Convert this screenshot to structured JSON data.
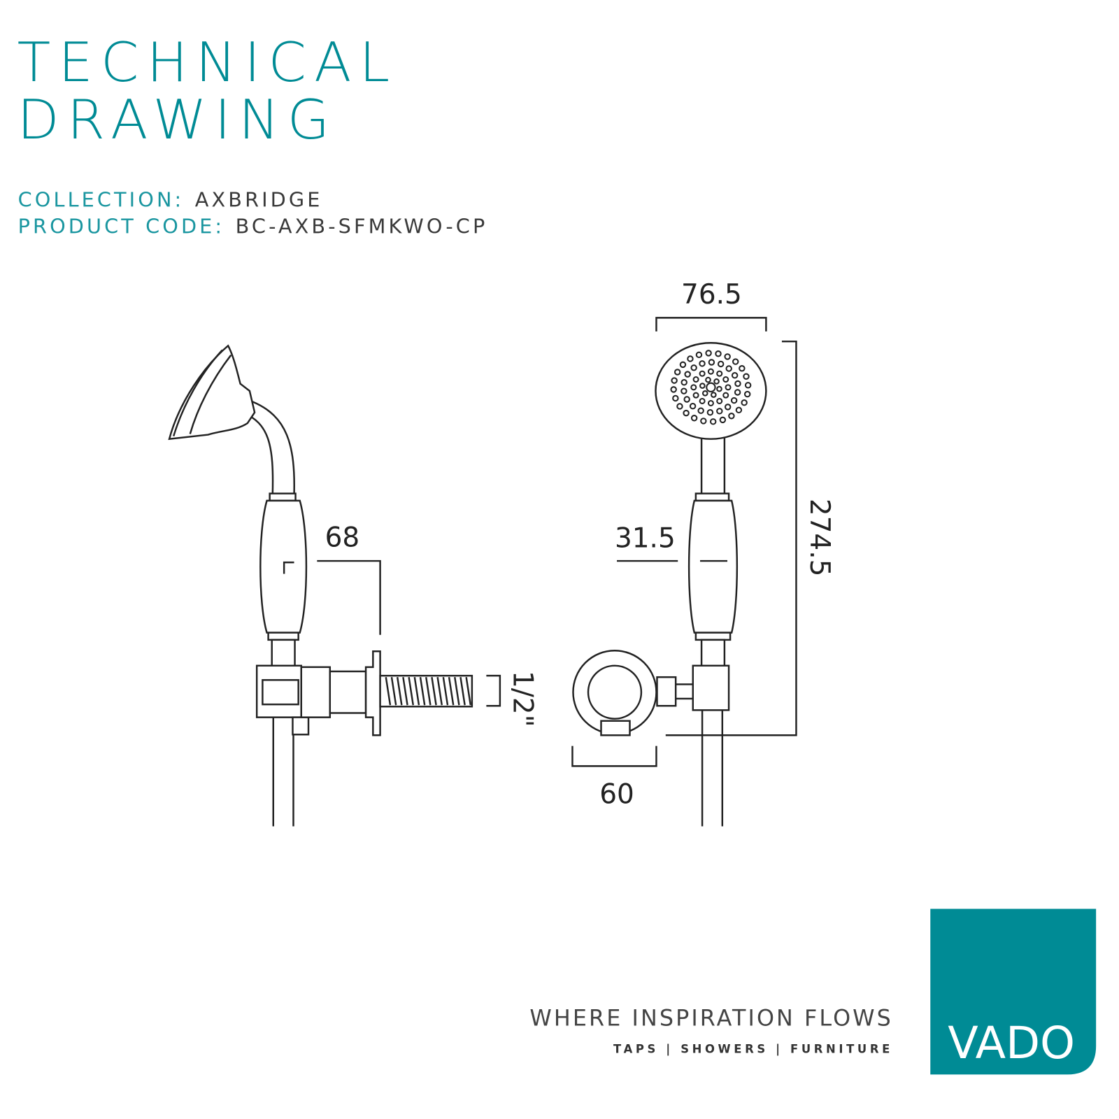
{
  "header": {
    "title_line1": "TECHNICAL",
    "title_line2": "DRAWING",
    "collection_label": "COLLECTION:",
    "collection_value": "AXBRIDGE",
    "product_code_label": "PRODUCT CODE:",
    "product_code_value": "BC-AXB-SFMKWO-CP"
  },
  "drawing": {
    "dimensions": {
      "outlet_projection": "68",
      "thread_size": "1/2\"",
      "head_diameter": "76.5",
      "handle_diameter": "31.5",
      "overall_height": "274.5",
      "outlet_width": "60"
    }
  },
  "footer": {
    "tagline": "WHERE INSPIRATION FLOWS",
    "categories": "TAPS | SHOWERS | FURNITURE",
    "brand": "VADO"
  },
  "colors": {
    "accent": "#008b95",
    "text": "#222222"
  }
}
